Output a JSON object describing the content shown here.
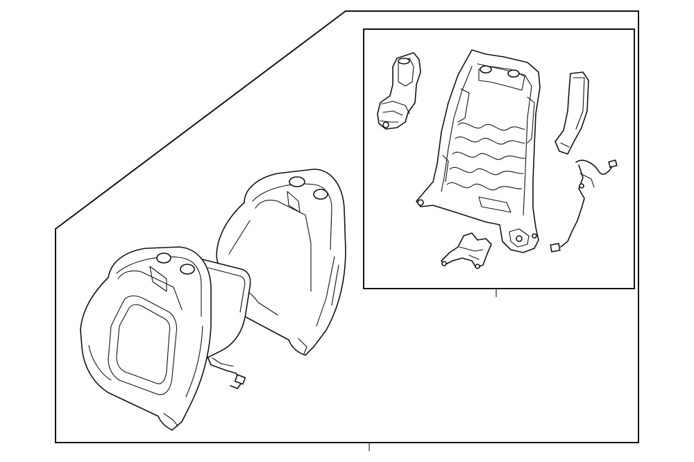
{
  "diagram": {
    "main_assembly_name": "seat-back-assembly",
    "inset_name": "seat-back-frame-inset",
    "line_color": "#111111",
    "background_color": "#ffffff",
    "parts": [
      "seat-back-cover",
      "seat-back-pad",
      "lumbar-support-panel",
      "seat-back-frame",
      "recliner-motor",
      "side-bracket",
      "wire-harness",
      "recliner-bracket"
    ]
  }
}
